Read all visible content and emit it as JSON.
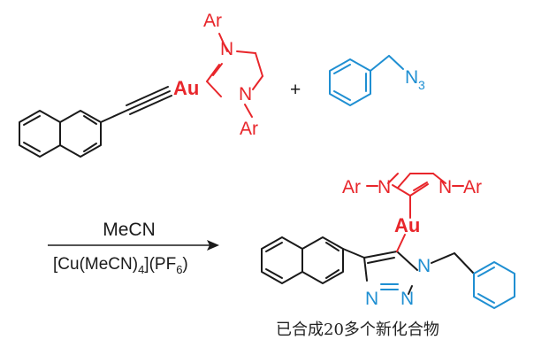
{
  "colors": {
    "carbene_red": "#e8262b",
    "azide_blue": "#1f8fd2",
    "bond_black": "#1a1a1a"
  },
  "reactant_gold": {
    "ar_top": "Ar",
    "ar_bottom": "Ar",
    "n_top": "N",
    "n_bottom": "N",
    "metal": "Au"
  },
  "plus_sign": "+",
  "azide": {
    "n_label": "N",
    "n_subscript": "3"
  },
  "conditions": {
    "solvent": "MeCN",
    "catalyst_prefix": "[Cu(MeCN)",
    "catalyst_sub1": "4",
    "catalyst_mid": "](PF",
    "catalyst_sub2": "6",
    "catalyst_suffix": ")"
  },
  "product": {
    "ar_left": "Ar",
    "ar_right": "Ar",
    "n_left": "N",
    "n_right": "N",
    "metal": "Au",
    "triazole_n1": "N",
    "triazole_n2": "N",
    "triazole_n3": "N"
  },
  "caption": "已合成20多个新化合物"
}
